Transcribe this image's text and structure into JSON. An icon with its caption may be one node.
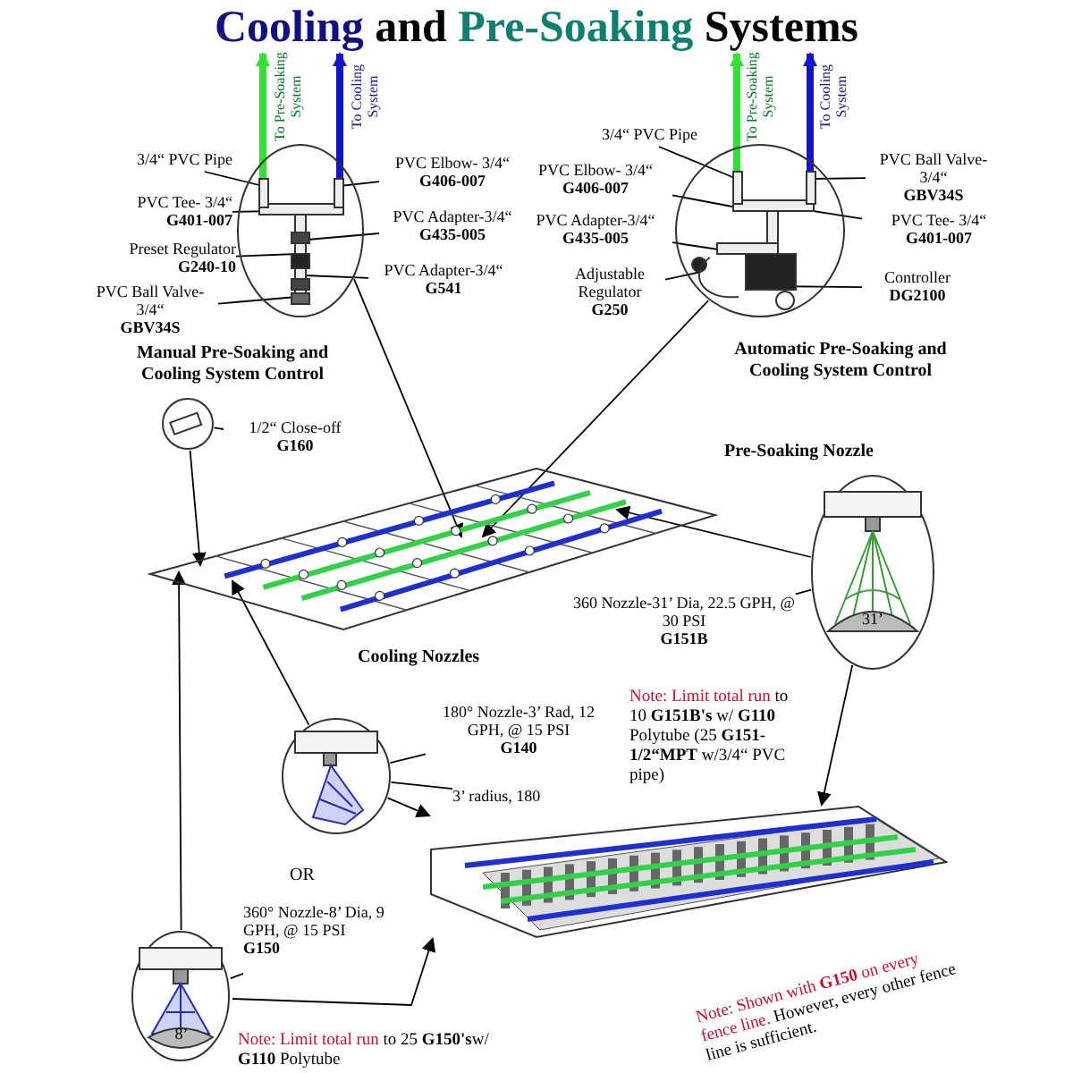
{
  "diagram": {
    "title": "Cooling and Pre-Soaking Systems",
    "nodes": [
      {
        "text": [],
        "shape": "picture"
      },
      {
        "text": [
          "3/4“ PVC Pipe"
        ]
      },
      {
        "text": [
          "PVC Tee- 3/4“",
          "G401-007"
        ]
      },
      {
        "text": [
          "Preset Regulator",
          "G240-10"
        ]
      },
      {
        "text": [
          "PVC Ball Valve- 3/4“",
          "GBV34S"
        ]
      },
      {
        "text": [
          "PVC Elbow- 3/4“",
          "G406-007"
        ]
      },
      {
        "text": [
          "PVC Adapter-3/4“",
          "G435-005"
        ]
      },
      {
        "text": [
          "PVC Adapter-3/4“",
          "G541"
        ]
      },
      {
        "text": [],
        "shape": "picture"
      },
      {
        "text": [
          "3/4“ PVC Pipe"
        ]
      },
      {
        "text": [
          "PVC Elbow- 3/4“",
          "G406-007"
        ]
      },
      {
        "text": [
          "PVC Adapter-3/4“",
          "G435-005"
        ]
      },
      {
        "text": [
          "Adjustable Regulator",
          "G250"
        ]
      },
      {
        "text": [
          "PVC Ball Valve- 3/4“",
          "GBV34S"
        ]
      },
      {
        "text": [
          "PVC Tee- 3/4“",
          "G401-007"
        ]
      },
      {
        "text": [
          "Controller",
          "DG2100"
        ]
      },
      {
        "text": [],
        "shape": "picture"
      },
      {
        "text": [],
        "shape": "picture"
      },
      {
        "text": [
          "1/2“ Close-off",
          "G160"
        ]
      },
      {
        "text": [
          "31’"
        ]
      },
      {
        "text": [
          "360 Nozzle-31’ Dia, 22.5 GPH, @ 30 PSI",
          "G151B"
        ]
      },
      {
        "text": [],
        "shape": "picture"
      },
      {
        "text": [
          "180° Nozzle-3’ Rad, 12 GPH, @ 15 PSI",
          "G140"
        ]
      },
      {
        "text": [
          "3’ radius, 180"
        ]
      },
      {
        "text": [
          "8’"
        ]
      },
      {
        "text": [
          "360° Nozzle-8’ Dia, 9 GPH, @ 15 PSI",
          "G150"
        ]
      },
      {
        "text": [],
        "shape": "picture"
      }
    ],
    "edges": [
      {
        "from": 1,
        "to": 0,
        "arrow": "none"
      },
      {
        "from": 2,
        "to": 0,
        "arrow": "none"
      },
      {
        "from": 3,
        "to": 0,
        "arrow": "none"
      },
      {
        "from": 4,
        "to": 0,
        "arrow": "none"
      },
      {
        "from": 5,
        "to": 0,
        "arrow": "none"
      },
      {
        "from": 6,
        "to": 0,
        "arrow": "none"
      },
      {
        "from": 7,
        "to": 0,
        "arrow": "none"
      },
      {
        "from": 9,
        "to": 8,
        "arrow": "none"
      },
      {
        "from": 10,
        "to": 8,
        "arrow": "none"
      },
      {
        "from": 11,
        "to": 8,
        "arrow": "none"
      },
      {
        "from": 12,
        "to": 8,
        "arrow": "none"
      },
      {
        "from": 13,
        "to": 8,
        "arrow": "none"
      },
      {
        "from": 14,
        "to": 8,
        "arrow": "none"
      },
      {
        "from": 15,
        "to": 8,
        "arrow": "none"
      },
      {
        "from": 0,
        "to": 16,
        "arrow": "to"
      },
      {
        "from": 8,
        "to": 16,
        "arrow": "to"
      },
      {
        "from": 17,
        "to": 16,
        "arrow": "to"
      },
      {
        "from": 18,
        "to": 17,
        "arrow": "none"
      },
      {
        "from": 19,
        "to": 16,
        "arrow": "to"
      },
      {
        "from": 20,
        "to": 19,
        "arrow": "none"
      },
      {
        "from": 21,
        "to": 16,
        "arrow": "to"
      },
      {
        "from": 24,
        "to": 16,
        "arrow": "to"
      },
      {
        "from": 22,
        "to": 21,
        "arrow": "none"
      },
      {
        "from": 23,
        "to": 21,
        "arrow": "none"
      },
      {
        "from": 21,
        "to": 26,
        "arrow": "to"
      },
      {
        "from": 24,
        "to": 26,
        "arrow": "to"
      },
      {
        "from": 19,
        "to": 26,
        "arrow": "to"
      },
      {
        "from": 25,
        "to": 24,
        "arrow": "none"
      },
      {
        "from": 0,
        "to": null,
        "arrow": "to",
        "label": "To Pre-Soaking System",
        "style": "thick",
        "color": "#33e033"
      },
      {
        "from": 0,
        "to": null,
        "arrow": "to",
        "label": "To Cooling System",
        "style": "thick",
        "color": "#1414c8"
      },
      {
        "from": 8,
        "to": null,
        "arrow": "to",
        "label": "To Pre-Soaking System",
        "style": "thick",
        "color": "#33e033"
      },
      {
        "from": 8,
        "to": null,
        "arrow": "to",
        "label": "To Cooling System",
        "style": "thick",
        "color": "#1414c8"
      }
    ],
    "labels": [
      "Manual Pre-Soaking and Cooling System Control",
      "Automatic Pre-Soaking and Cooling System Control",
      "Pre-Soaking Nozzle",
      "Cooling Nozzles",
      "Note: Limit total run",
      "to 10 **G151B's** w/ **G110** Polytube (25 **G151-1/2“MPT** w/3/4“ PVC pipe)",
      "OR",
      "Note: Shown with **G150** on every fence line.",
      "However, every other fence line is sufficient.",
      "Note: Limit total run",
      "to 25 **G150's**w/ **G110** Polytube"
    ]
  }
}
